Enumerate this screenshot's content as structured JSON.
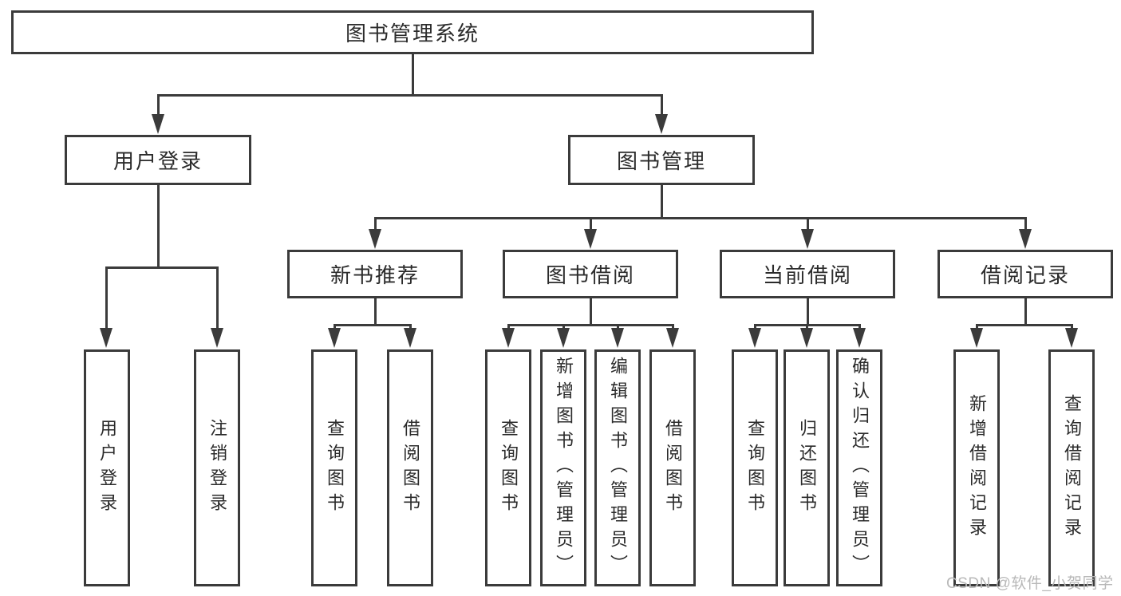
{
  "colors": {
    "line": "#3b3b3b",
    "text": "#2b2b2b",
    "watermark": "#b8b8b8",
    "background": "#ffffff",
    "box_bg": "#ffffff"
  },
  "icons": {
    "arrowhead": "solid down-pointing triangle (css border shape)"
  },
  "watermark": {
    "text": "CSDN @软件_小贺同学"
  },
  "tree": {
    "root": {
      "label": "图书管理系统"
    },
    "branches": [
      {
        "label": "用户登录",
        "children": [
          {
            "label": "用户登录"
          },
          {
            "label": "注销登录"
          }
        ]
      },
      {
        "label": "图书管理",
        "children": [
          {
            "label": "新书推荐",
            "children": [
              {
                "label": "查询图书"
              },
              {
                "label": "借阅图书"
              }
            ]
          },
          {
            "label": "图书借阅",
            "children": [
              {
                "label": "查询图书"
              },
              {
                "label": "新增图书（管理员）"
              },
              {
                "label": "编辑图书（管理员）"
              },
              {
                "label": "借阅图书"
              }
            ]
          },
          {
            "label": "当前借阅",
            "children": [
              {
                "label": "查询图书"
              },
              {
                "label": "归还图书"
              },
              {
                "label": "确认归还（管理员）"
              }
            ]
          },
          {
            "label": "借阅记录",
            "children": [
              {
                "label": "新增借阅记录"
              },
              {
                "label": "查询借阅记录"
              }
            ]
          }
        ]
      }
    ]
  }
}
